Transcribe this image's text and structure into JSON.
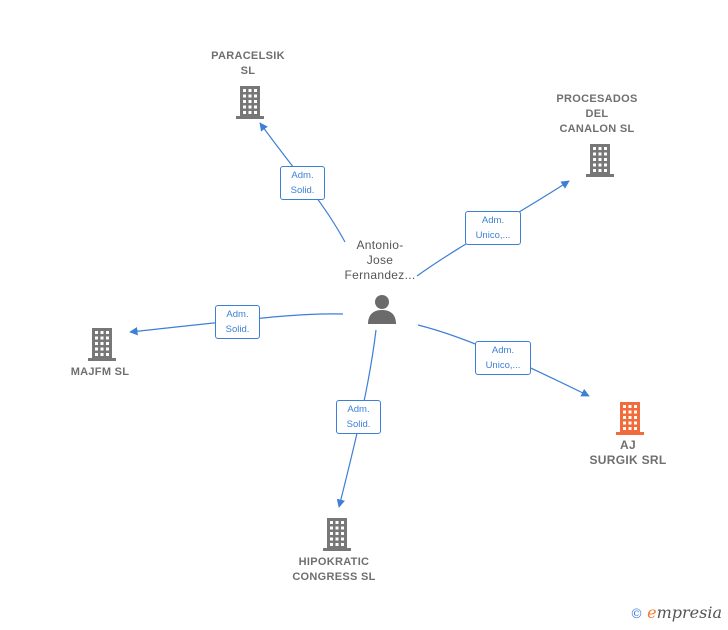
{
  "center": {
    "name_lines": [
      "Antonio-",
      "Jose",
      "Fernandez..."
    ],
    "icon": "person-icon"
  },
  "companies": [
    {
      "id": "paracelsik",
      "lines": [
        "PARACELSIK",
        "SL"
      ],
      "icon": "building-icon",
      "color": "#777777"
    },
    {
      "id": "procesados",
      "lines": [
        "PROCESADOS",
        "DEL",
        "CANALON SL"
      ],
      "icon": "building-icon",
      "color": "#777777"
    },
    {
      "id": "majfm",
      "lines": [
        "MAJFM SL"
      ],
      "icon": "building-icon",
      "color": "#777777"
    },
    {
      "id": "ajsurgik",
      "lines": [
        "AJ",
        "SURGIK SRL"
      ],
      "icon": "building-icon",
      "color": "#f26b3a"
    },
    {
      "id": "hipokratic",
      "lines": [
        "HIPOKRATIC",
        "CONGRESS SL"
      ],
      "icon": "building-icon",
      "color": "#777777"
    }
  ],
  "edges": [
    {
      "to": "paracelsik",
      "label_lines": [
        "Adm.",
        "Solid."
      ]
    },
    {
      "to": "procesados",
      "label_lines": [
        "Adm.",
        "Unico,..."
      ]
    },
    {
      "to": "majfm",
      "label_lines": [
        "Adm.",
        "Solid."
      ]
    },
    {
      "to": "ajsurgik",
      "label_lines": [
        "Adm.",
        "Unico,..."
      ]
    },
    {
      "to": "hipokratic",
      "label_lines": [
        "Adm.",
        "Solid."
      ]
    }
  ],
  "colors": {
    "edge": "#3d7fd6",
    "building": "#777777",
    "building_focus": "#f26b3a",
    "person": "#6b6b6b"
  },
  "brand": {
    "copyright": "©",
    "name": "Empresia"
  }
}
